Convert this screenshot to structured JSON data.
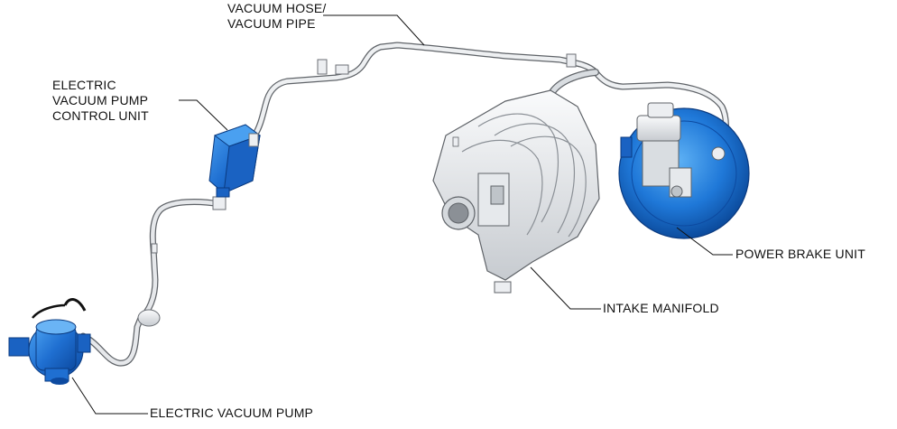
{
  "labels": {
    "vacuum_hose_line1": "VACUUM HOSE/",
    "vacuum_hose_line2": "VACUUM PIPE",
    "control_unit_line1": "ELECTRIC",
    "control_unit_line2": "VACUUM PUMP",
    "control_unit_line3": "CONTROL UNIT",
    "power_brake_unit": "POWER BRAKE UNIT",
    "intake_manifold": "INTAKE MANIFOLD",
    "electric_vacuum_pump": "ELECTRIC VACUUM PUMP"
  },
  "colors": {
    "component_blue": "#1f6fd1",
    "component_blue_dark": "#0d4aa0",
    "hose_gray": "#c9cdd2",
    "metal_light": "#eceef1",
    "outline": "#6b6f75"
  }
}
